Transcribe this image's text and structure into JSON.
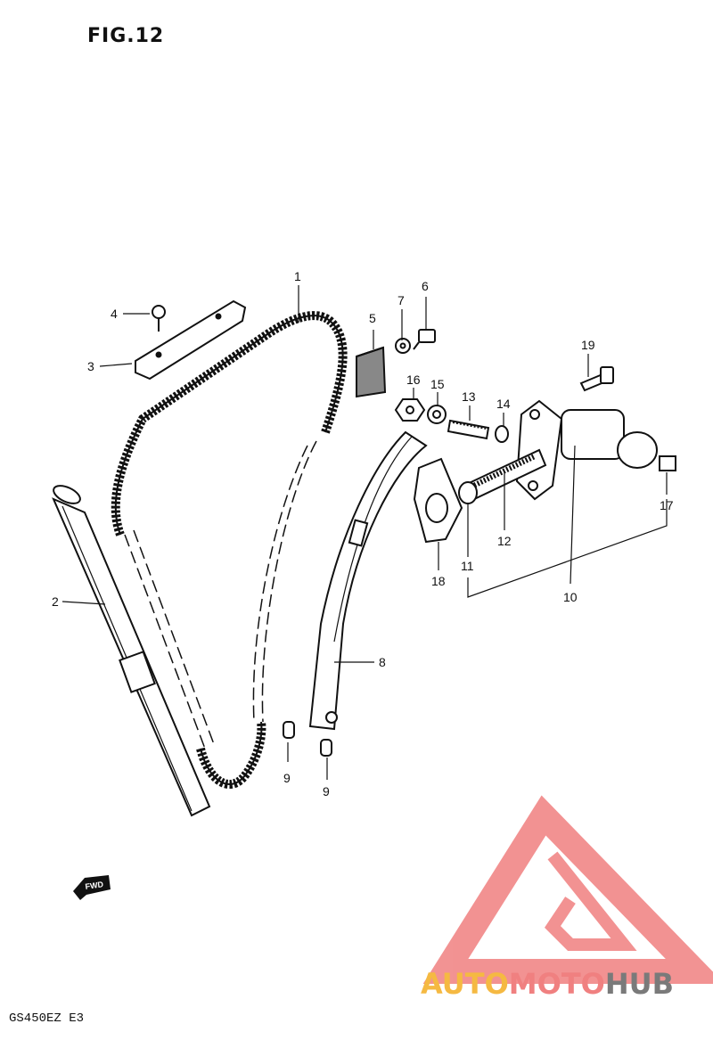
{
  "figure": {
    "title": "FIG.12",
    "model_code": "GS450EZ  E3"
  },
  "parts": [
    {
      "number": "1"
    },
    {
      "number": "2"
    },
    {
      "number": "3"
    },
    {
      "number": "4"
    },
    {
      "number": "5"
    },
    {
      "number": "6"
    },
    {
      "number": "7"
    },
    {
      "number": "8"
    },
    {
      "number": "9"
    },
    {
      "number": "9"
    },
    {
      "number": "10"
    },
    {
      "number": "11"
    },
    {
      "number": "12"
    },
    {
      "number": "13"
    },
    {
      "number": "14"
    },
    {
      "number": "15"
    },
    {
      "number": "16"
    },
    {
      "number": "17"
    },
    {
      "number": "18"
    },
    {
      "number": "19"
    }
  ],
  "direction_marker": {
    "text": "FWD"
  },
  "watermark": {
    "word1": "AUTO",
    "word2": "MOTO",
    "word3": "HUB",
    "color_primary": "#f08080",
    "color_secondary": "#f5b942",
    "color_tertiary": "#7a7a7a"
  },
  "colors": {
    "ink": "#111111",
    "background": "#ffffff"
  }
}
